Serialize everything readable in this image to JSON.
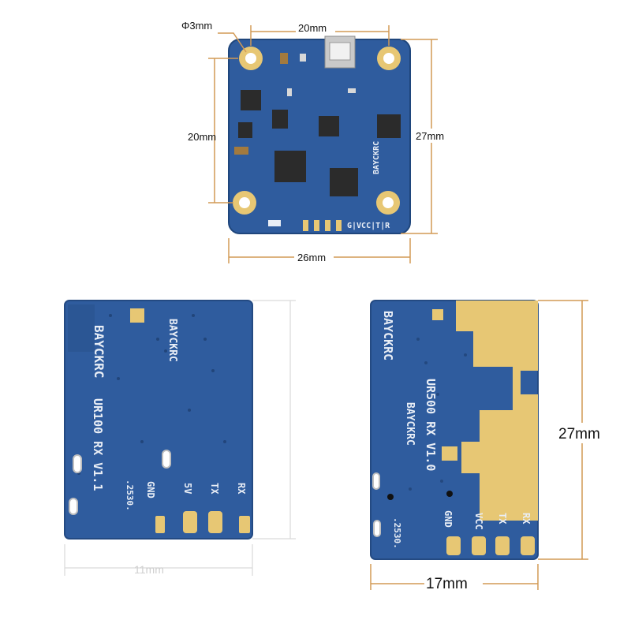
{
  "colors": {
    "pcb_blue": "#2f5c9e",
    "pcb_blue_dark": "#264f8c",
    "gold": "#e7c774",
    "dimension_line": "#d29a55",
    "silkscreen": "#e9eef6"
  },
  "top_board": {
    "hole_label": "Φ3mm",
    "width_label": "20mm",
    "height_label": "20mm",
    "outer_height_label": "27mm",
    "outer_width_label": "26mm",
    "brand_text": "BAYCKRC",
    "pin_labels": "G|VCC|T|R"
  },
  "board_ur100": {
    "brand": "BAYCKRC",
    "model": "UR100 RX V1.1",
    "code": ".2530.",
    "pin_gnd": "GND",
    "pin_5v": "5V",
    "pin_tx": "TX",
    "pin_rx": "RX",
    "width_label": "11mm"
  },
  "board_ur500": {
    "brand": "BAYCKRC",
    "model": "UR500 RX V1.0",
    "code": ".2530.",
    "pin_gnd": "GND",
    "pin_vcc": "VCC",
    "pin_tx": "TX",
    "pin_rx": "RX",
    "height_label": "27mm",
    "width_label": "17mm"
  }
}
